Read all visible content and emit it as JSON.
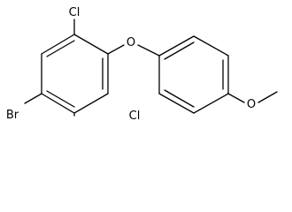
{
  "molecule": {
    "atoms": {
      "cl_top": "Cl",
      "cl_bottom": "Cl",
      "br": "Br",
      "o_bridge": "O",
      "o_methoxy": "O"
    },
    "colors": {
      "bond": "#000000",
      "background": "#ffffff"
    }
  }
}
